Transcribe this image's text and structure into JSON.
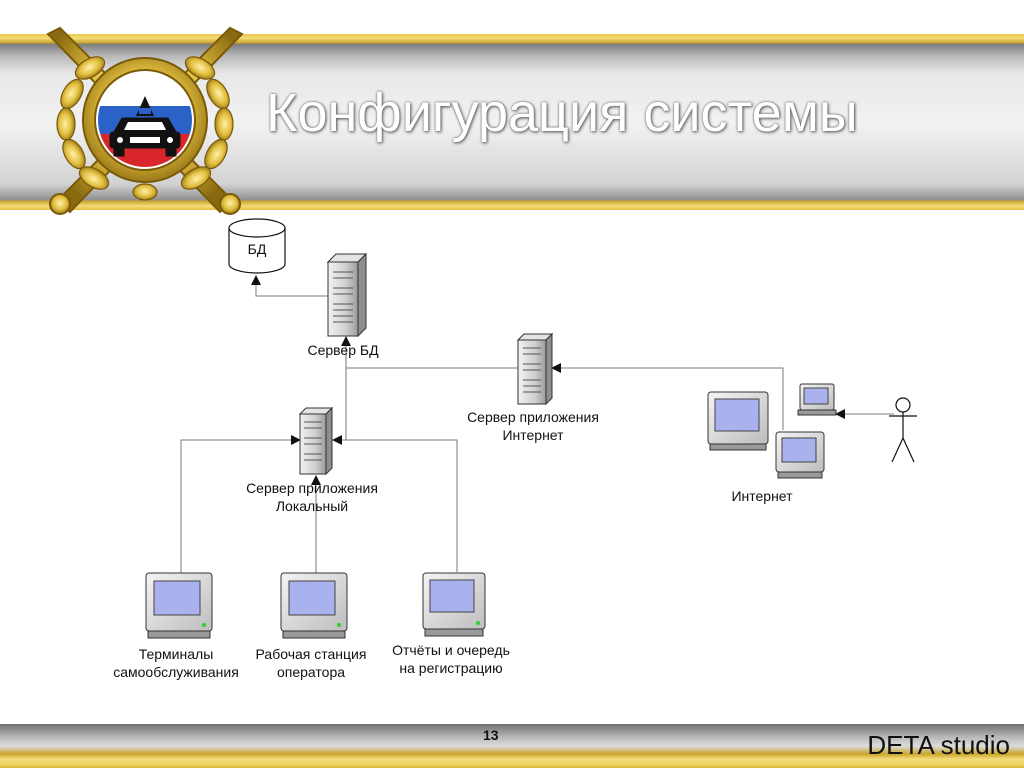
{
  "slide": {
    "title": "Конфигурация системы",
    "page_number": "13",
    "brand": "DETA studio"
  },
  "diagram": {
    "database": {
      "label": "БД"
    },
    "db_server": {
      "label": "Сервер БД"
    },
    "internet_app_server": {
      "label_line1": "Сервер приложения",
      "label_line2": "Интернет"
    },
    "local_app_server": {
      "label_line1": "Сервер приложения",
      "label_line2": "Локальный"
    },
    "internet_clients": {
      "label": "Интернет"
    },
    "terminals": {
      "label_line1": "Терминалы",
      "label_line2": "самообслуживания"
    },
    "operator_workstation": {
      "label_line1": "Рабочая станция",
      "label_line2": "оператора"
    },
    "reports_queue": {
      "label_line1": "Отчёты и очередь",
      "label_line2": "на регистрацию"
    }
  },
  "colors": {
    "gold": "#e2bf40",
    "band_gray": "#b9b9b9",
    "screen_blue": "#aab2ee",
    "line": "#7a7a7a"
  }
}
